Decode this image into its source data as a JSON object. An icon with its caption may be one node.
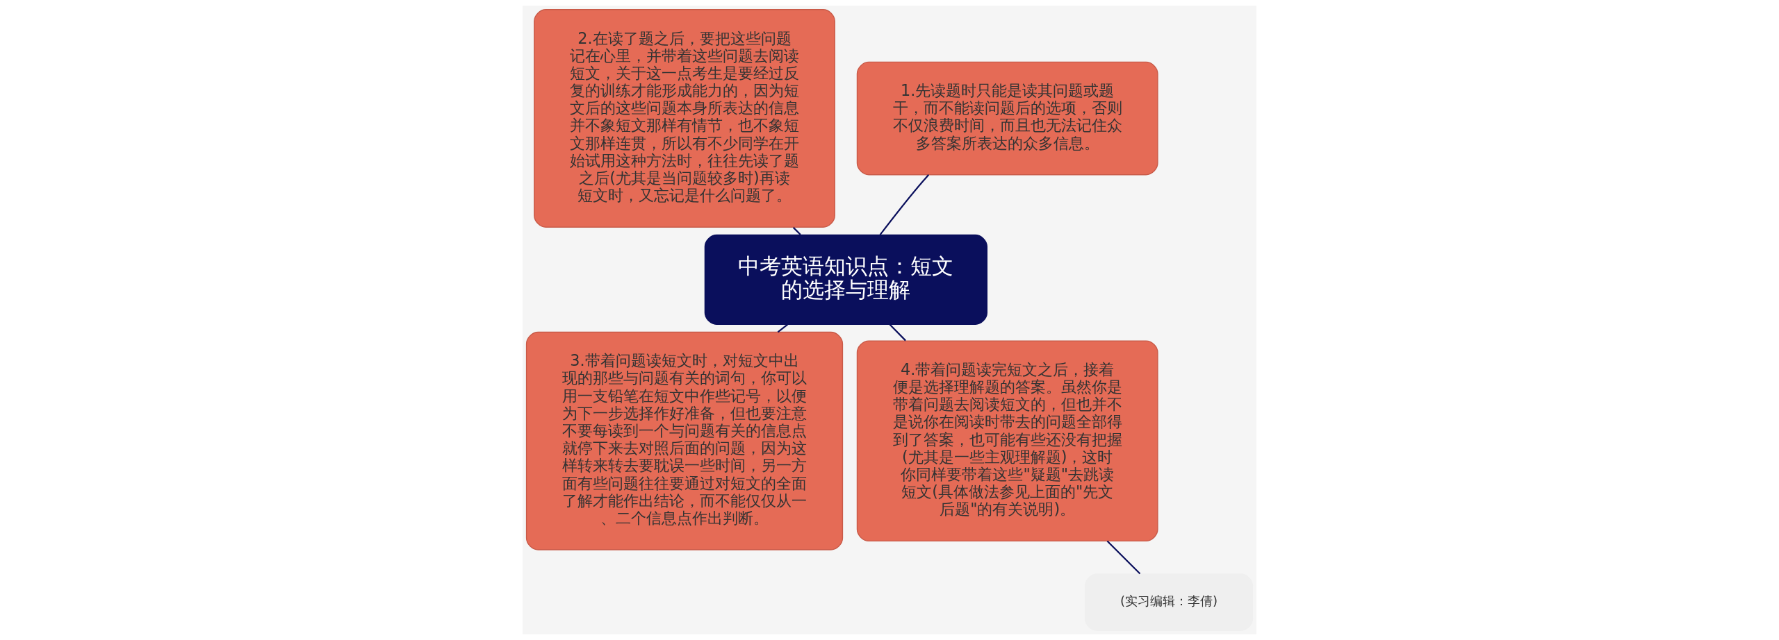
{
  "diagram": {
    "nodes": [
      {
        "text": [
          "中考英语知识点：短文的选择与理解"
        ]
      },
      {
        "text": [
          "1.先读题时只能是读其问题或题干，而不能读问题后的选项，否则不仅浪费时间，而且也无法记住众多答案所表达的众多信息。"
        ]
      },
      {
        "text": [
          "2.在读了题之后，要把这些问题记在心里，并带着这些问题去阅读短文，关于这一点考生是要经过反复的训练才能形成能力的，因为短文后的这些问题本身所表达的信息并不象短文那样有情节，也不象短文那样连贯，所以有不少同学在开始试用这种方法时，往往先读了题之后(尤其是当问题较多时)再读短文时，又忘记是什么问题了。"
        ]
      },
      {
        "text": [
          "3.带着问题读短文时，对短文中出现的那些与问题有关的词句，你可以用一支铅笔在短文中作些记号，以便为下一步选择作好准备，但也要注意不要每读到一个与问题有关的信息点就停下来去对照后面的问题，因为这样转来转去要耽误一些时间，另一方面有些问题往往要通过对短文的全面了解才能作出结论，而不能仅仅从一、二个信息点作出判断。"
        ]
      },
      {
        "text": [
          "4.带着问题读完短文之后，接着便是选择理解题的答案。虽然你是带着问题去阅读短文的，但也并不是说你在阅读时带去的问题全部得到了答案，也可能有些还没有把握(尤其是一些主观理解题)，这时你同样要带着这些\"疑题\"去跳读短文(具体做法参见上面的\"先文后题\"的有关说明)。"
        ]
      },
      {
        "text": [
          "(实习编辑：李倩)"
        ]
      }
    ],
    "edges": [
      {
        "from": 0,
        "to": 1,
        "arrow": "none"
      },
      {
        "from": 0,
        "to": 2,
        "arrow": "none"
      },
      {
        "from": 0,
        "to": 3,
        "arrow": "none"
      },
      {
        "from": 0,
        "to": 4,
        "arrow": "none"
      },
      {
        "from": 4,
        "to": 5,
        "arrow": "none"
      }
    ]
  }
}
